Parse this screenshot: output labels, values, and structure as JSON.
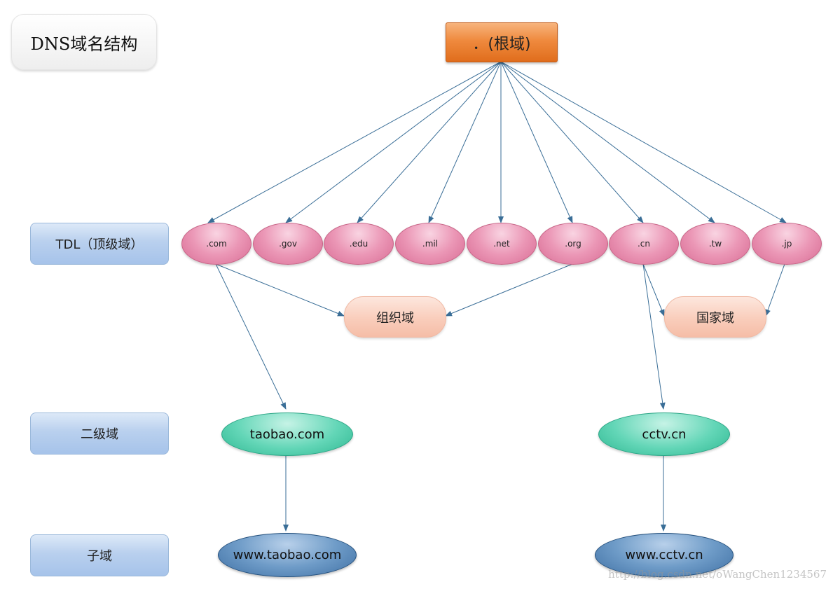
{
  "title": "DNS域名结构",
  "levels": {
    "tld": "TDL（顶级域）",
    "second": "二级域",
    "sub": "子域"
  },
  "root": "．(根域)",
  "tlds": [
    ".com",
    ".gov",
    ".edu",
    ".mil",
    ".net",
    ".org",
    ".cn",
    ".tw",
    ".jp"
  ],
  "groups": {
    "organization": "组织域",
    "country": "国家域"
  },
  "second_level": [
    "taobao.com",
    "cctv.cn"
  ],
  "subdomains": [
    "www.taobao.com",
    "www.cctv.cn"
  ],
  "watermark": "http://blog.csdn.net/oWangChen1234567",
  "colors": {
    "arrow": "#3a6e97",
    "root": "#ef8a3e",
    "tld": "#eb97b6",
    "group": "#f9cdbb",
    "second_level": "#63d6b7",
    "subdomain": "#6f9cc8",
    "level_label": "#b9d0ee"
  }
}
